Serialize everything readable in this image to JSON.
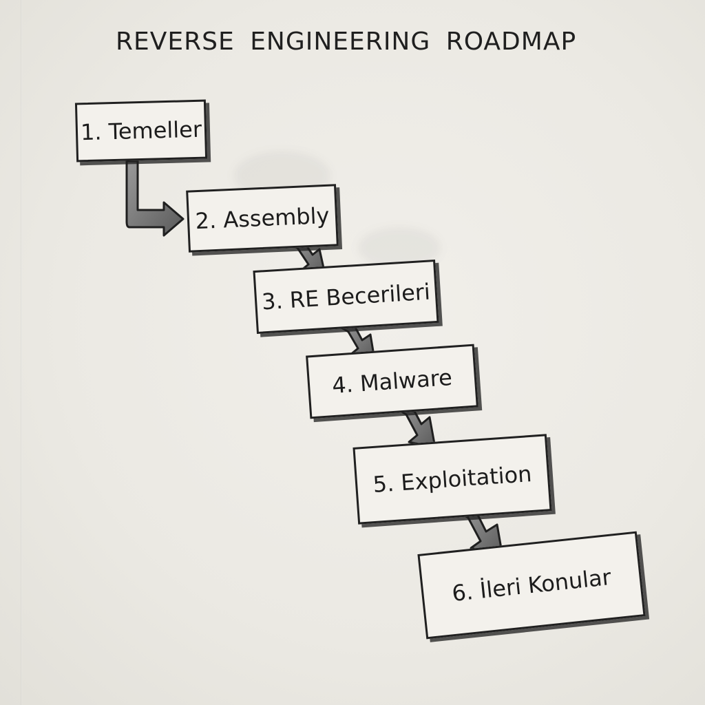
{
  "title": "REVERSE ENGINEERING ROADMAP",
  "steps": [
    {
      "label": "1. Temeller"
    },
    {
      "label": "2. Assembly"
    },
    {
      "label": "3. RE Becerileri"
    },
    {
      "label": "4. Malware"
    },
    {
      "label": "5. Exploitation"
    },
    {
      "label": "6. İleri Konular"
    }
  ]
}
